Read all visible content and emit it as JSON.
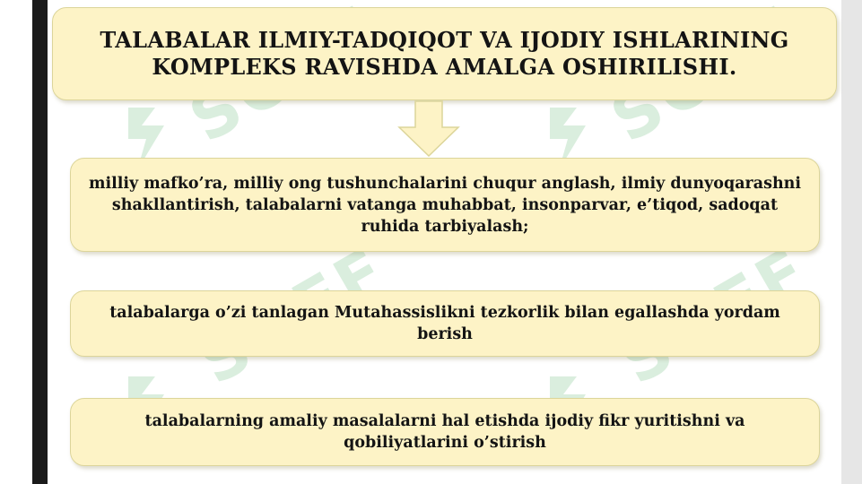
{
  "title": "TALABALAR ILMIY-TADQIQOT VA IJODIY ISHLARINING KOMPLEKS RAVISHDA AMALGA OSHIRILISHI.",
  "items": [
    "milliy mafko’ra, milliy ong tushunchalarini chuqur anglash, ilmiy dunyoqarashni shakllantirish, talabalarni vatanga muhabbat, insonparvar, e’tiqod, sadoqat ruhida tarbiyalash;",
    "talabalarga o’zi tanlagan Mutahassislikni tezkorlik bilan egallashda yordam berish",
    "talabalarning amaliy masalalarni hal etishda ijodiy fikr yuritishni va qobiliyatlarini o’stirish"
  ],
  "watermark": "SOFF",
  "colors": {
    "box_fill": "#fdf3c6",
    "box_border": "#dcd59a",
    "arrow_fill": "#fdf3c6",
    "watermark": "#96cda0"
  }
}
